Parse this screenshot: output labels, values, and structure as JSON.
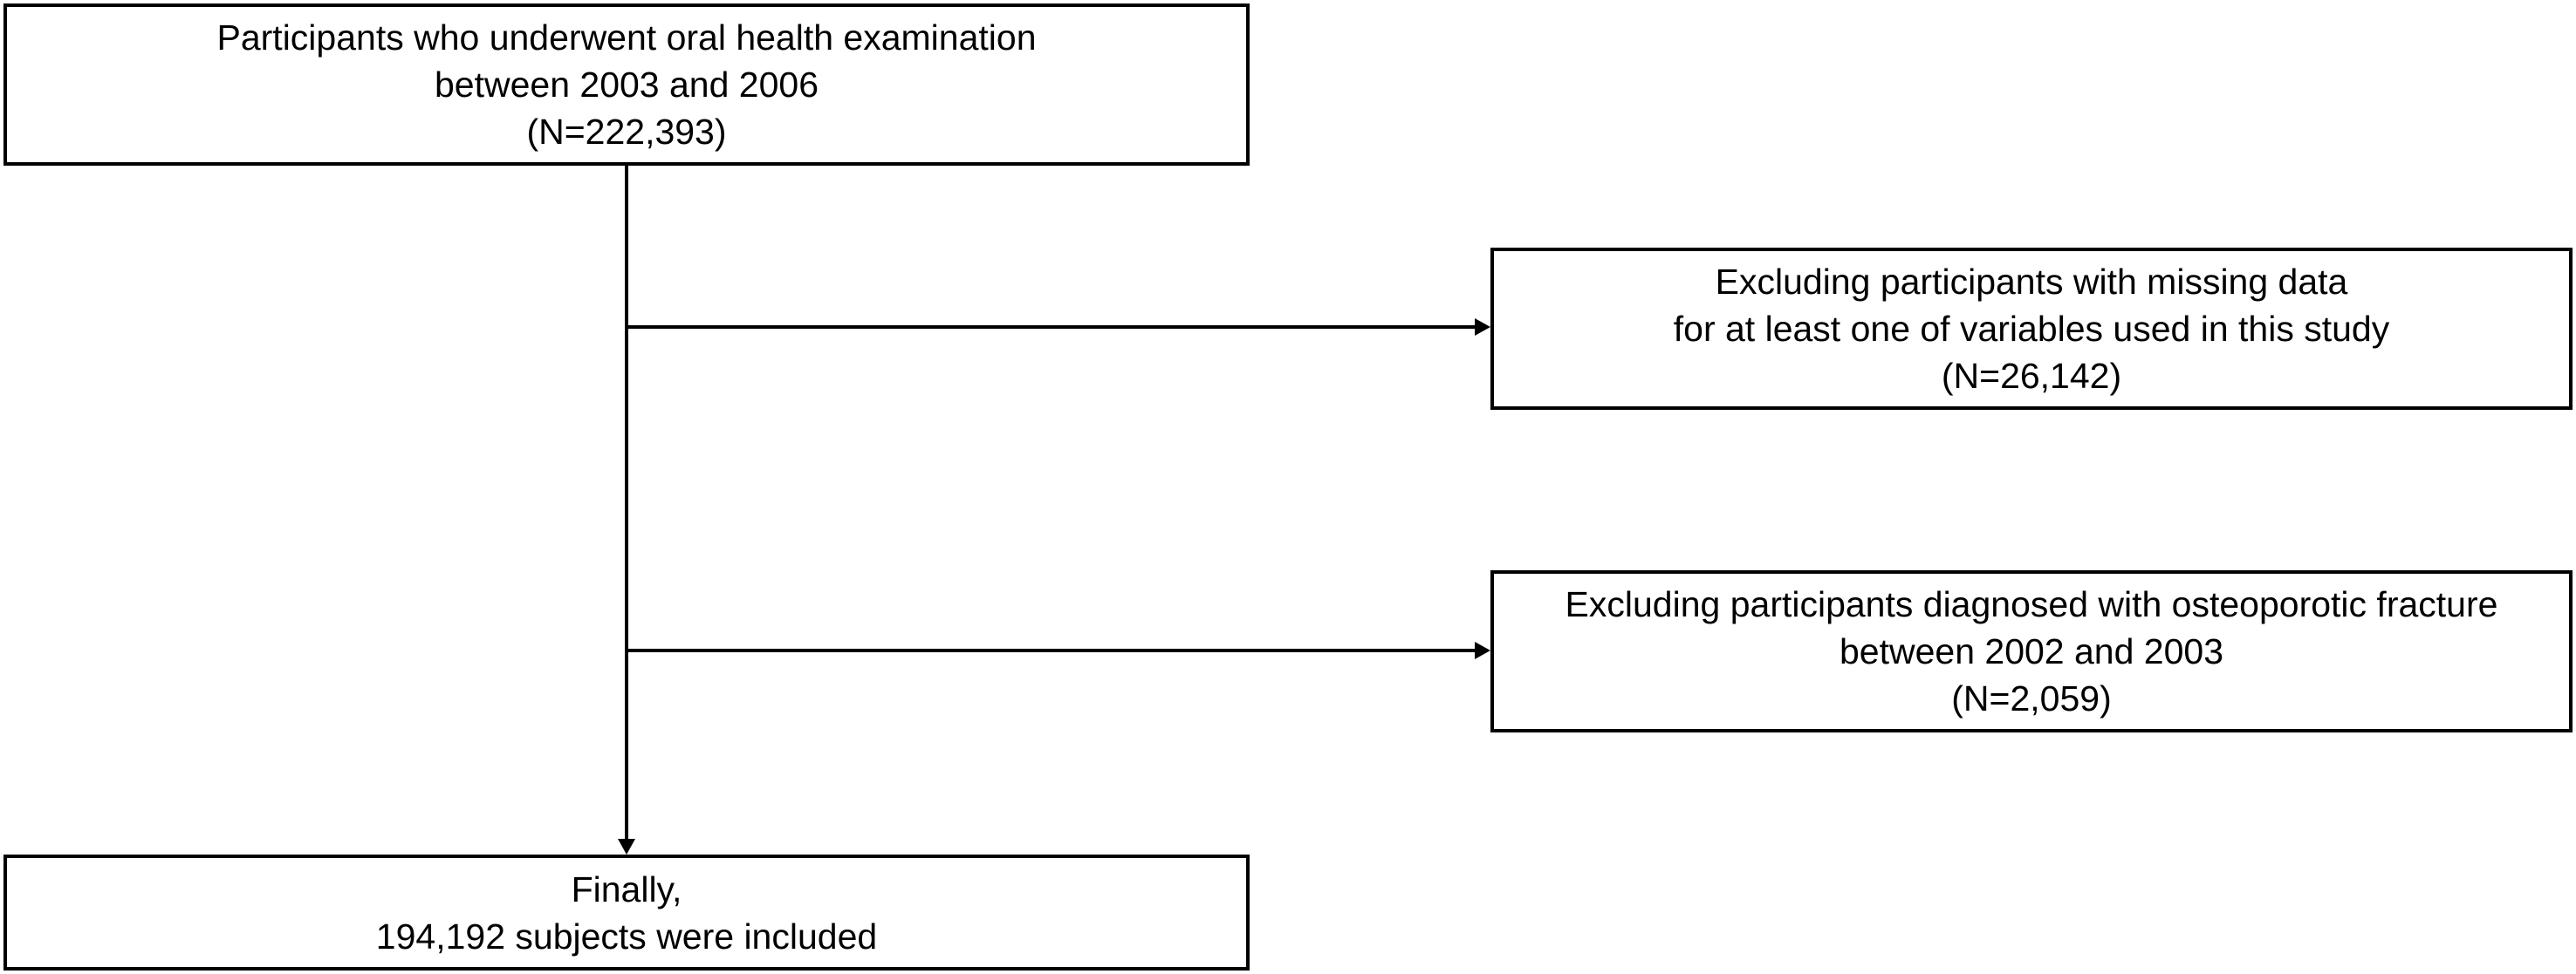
{
  "flowchart": {
    "start": {
      "lines": [
        "Participants who underwent oral health examination",
        "between 2003 and 2006",
        "(N=222,393)"
      ]
    },
    "exclusion_1": {
      "lines": [
        "Excluding participants with missing data",
        "for at least one of variables used in this study",
        "(N=26,142)"
      ]
    },
    "exclusion_2": {
      "lines": [
        "Excluding participants diagnosed with osteoporotic fracture",
        "between 2002 and 2003",
        "(N=2,059)"
      ]
    },
    "final": {
      "lines": [
        "Finally,",
        "194,192 subjects were included"
      ]
    }
  }
}
